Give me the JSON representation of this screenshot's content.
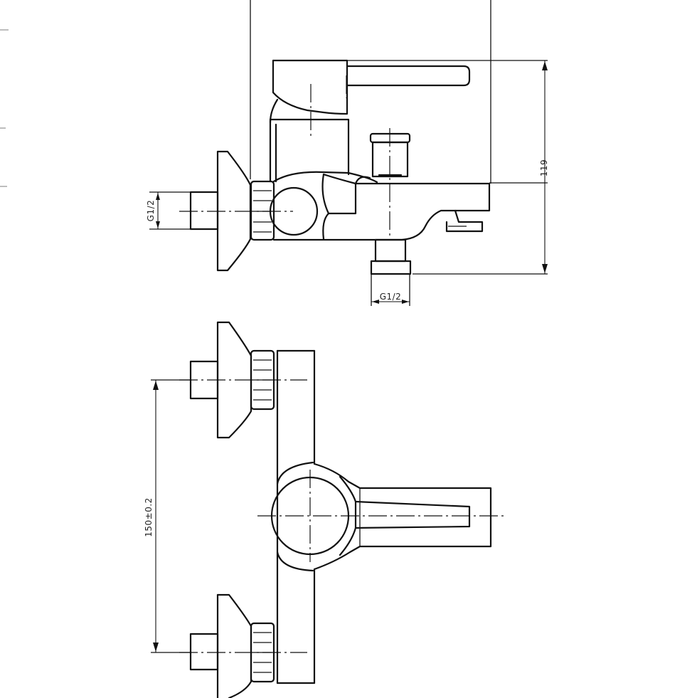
{
  "drawing": {
    "dimensions": {
      "height_label": "119",
      "inlet_thread_label": "G1/2",
      "outlet_thread_label": "G1/2",
      "spacing_label": "150±0.2"
    },
    "colors": {
      "line": "#111111",
      "background": "#ffffff"
    }
  }
}
